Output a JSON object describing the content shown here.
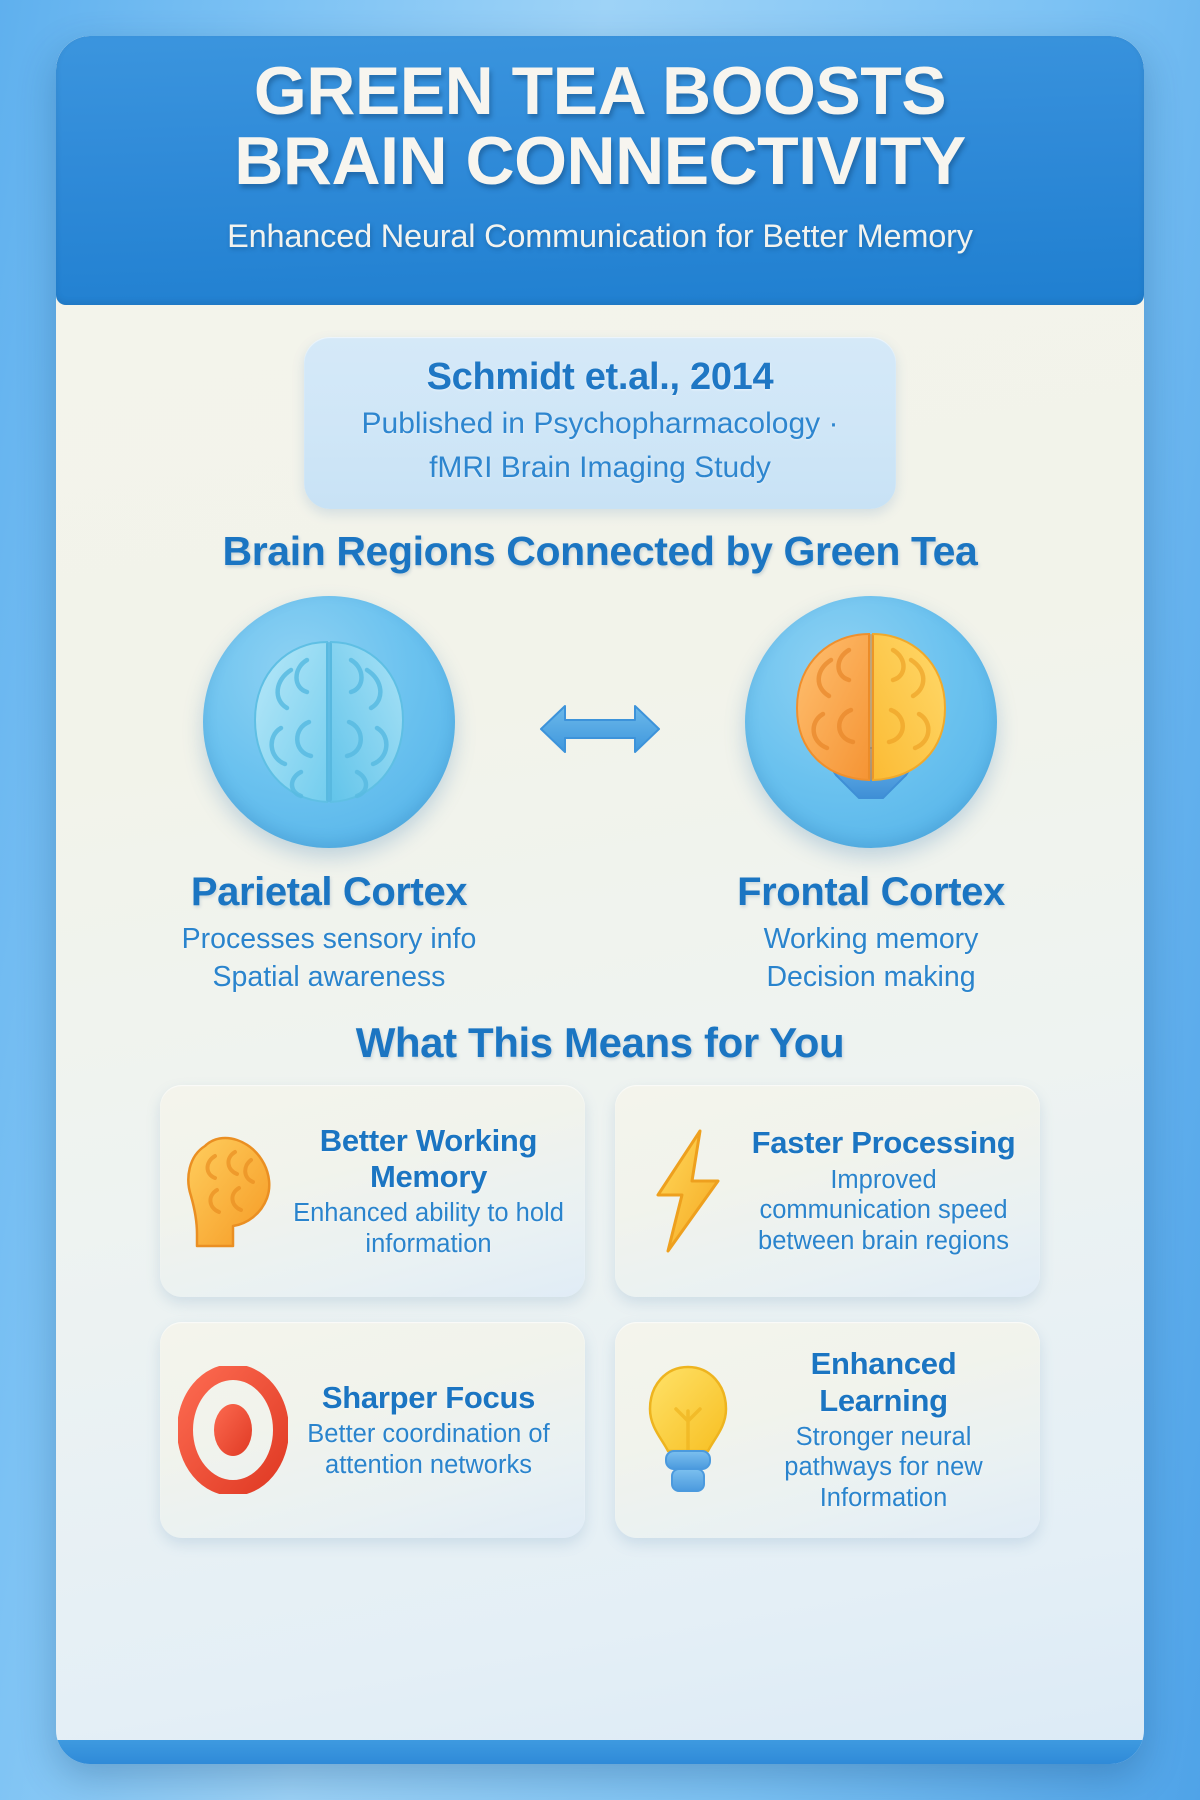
{
  "header": {
    "title_line1": "GREEN TEA BOOSTS",
    "title_line2": "BRAIN CONNECTIVITY",
    "subtitle": "Enhanced Neural Communication for Better Memory",
    "bg_color": "#2f8ad8",
    "text_color": "#f7f5ef"
  },
  "citation": {
    "study": "Schmidt et.al., 2014",
    "line1": "Published in Psychopharmacology ·",
    "line2": "fMRI Brain Imaging Study",
    "accent_color": "#1f77c4"
  },
  "regions_section": {
    "heading": "Brain Regions Connected by Green Tea",
    "connector_icon": "double-headed-arrow-icon",
    "items": [
      {
        "name": "Parietal Cortex",
        "icon": "blue-brain-icon",
        "desc_line1": "Processes sensory info",
        "desc_line2": "Spatial awareness",
        "color": "#6bc2ef"
      },
      {
        "name": "Frontal Cortex",
        "icon": "orange-brain-icon",
        "desc_line1": "Working memory",
        "desc_line2": "Decision making",
        "color": "#f5a03c"
      }
    ]
  },
  "benefits_section": {
    "heading": "What This Means for You",
    "cards": [
      {
        "title": "Better Working Memory",
        "desc": "Enhanced ability to hold information",
        "icon": "head-profile-icon",
        "icon_color": "#f7a931"
      },
      {
        "title": "Faster Processing",
        "desc": "Improved communication speed between brain regions",
        "icon": "lightning-bolt-icon",
        "icon_color": "#fcc22e"
      },
      {
        "title": "Sharper Focus",
        "desc": "Better coordination of attention networks",
        "icon": "target-icon",
        "icon_color": "#ef4b38"
      },
      {
        "title": "Enhanced Learning",
        "desc": "Stronger neural pathways for new Information",
        "icon": "lightbulb-icon",
        "icon_color": "#fbc730"
      }
    ]
  },
  "theme": {
    "page_background": "#6fbaf1",
    "card_background": "#f2f3ea",
    "primary_blue": "#1b75c2",
    "secondary_blue": "#2a84cd"
  }
}
